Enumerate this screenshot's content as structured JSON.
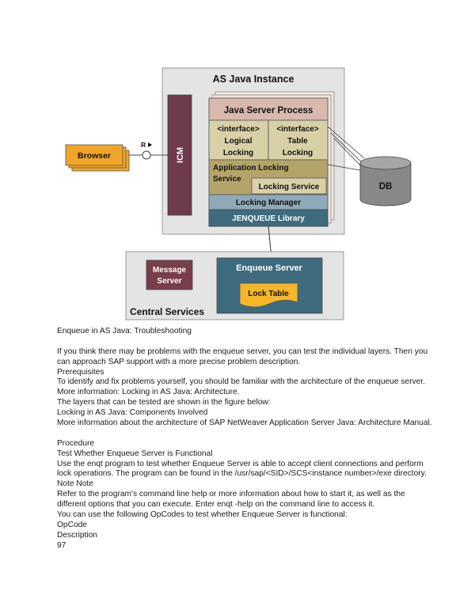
{
  "diagram": {
    "instance_title": "AS Java Instance",
    "browser_label": "Browser",
    "r_label": "R",
    "icm_label": "ICM",
    "process_title": "Java Server Process",
    "logical_locking": [
      "<interface>",
      "Logical",
      "Locking"
    ],
    "table_locking": [
      "<interface>",
      "Table",
      "Locking"
    ],
    "app_locking_service": [
      "Application Locking",
      "Service"
    ],
    "locking_service": "Locking Service",
    "locking_manager": "Locking Manager",
    "jenqueue_library": "JENQUEUE Library",
    "db_label": "DB",
    "message_server": [
      "Message",
      "Server"
    ],
    "enqueue_server": "Enqueue Server",
    "lock_table": "Lock Table",
    "central_services": "Central Services",
    "colors": {
      "browser": "#f0a528",
      "icm": "#6e3b4e",
      "process_header": "#d9b8ae",
      "interface_fill": "#d8d0a6",
      "app_locking": "#b4a46a",
      "locking_service": "#d8d0a6",
      "locking_manager": "#8fa9b8",
      "jenqueue": "#3f6b7f",
      "message_server": "#7a3d4a",
      "enqueue_server": "#3f6b7f",
      "lock_table": "#f5b62a",
      "db": "#888888",
      "panel": "#e4e4e4"
    }
  },
  "text": {
    "lines": [
      "Enqueue in AS Java: Troubleshooting",
      "",
      "If you think there may be problems with the enqueue server, you can test the individual layers. Then you",
      "can approach SAP support with a more precise problem description.",
      "Prerequisites",
      "To identify and fix problems yourself, you should be familiar with the architecture of the enqueue server.",
      "More information: Locking in AS Java: Architecture.",
      "The layers that can be tested are shown in the figure below:",
      "Locking in AS Java: Components Involved",
      "More information about the architecture of SAP NetWeaver Application Server Java: Architecture Manual.",
      "",
      "Procedure",
      "Test Whether Enqueue Server is Functional",
      "Use the enqt program to test whether Enqueue Server is able to accept client connections and perform",
      "lock operations. The program can be found in the /usr/sap/<SID>/SCS<instance number>/exe directory.",
      "Note Note",
      "Refer to the program's command line help or more information about how to start it, as well as the",
      "different options that you can execute. Enter enqt -help on the command line to access it.",
      "You can use the following OpCodes to test whether Enqueue Server is functional:",
      "OpCode",
      "Description",
      "97"
    ]
  }
}
